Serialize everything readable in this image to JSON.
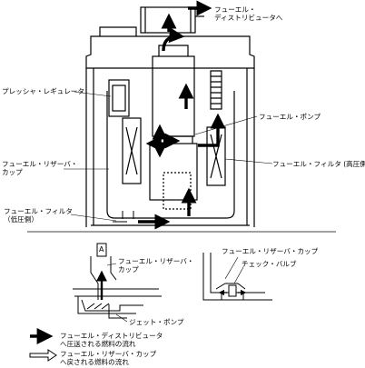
{
  "labels": {
    "to_distributor_line1": "フューエル・",
    "to_distributor_line2": "ディストリビュータへ",
    "pressure_regulator": "プレッシャ・レギュレータ",
    "fuel_pump": "フューエル・ポンプ",
    "reservoir_cup_left_line1": "フューエル・リザーバ・",
    "reservoir_cup_left_line2": "カップ",
    "fuel_filter_high": "フューエル・フィルタ (高圧側)",
    "fuel_filter_low_line1": "フューエル・フィルタ",
    "fuel_filter_low_line2": "（低圧側）",
    "detail_a_marker": "A",
    "reservoir_cup_detail_line1": "フューエル・リザーバ・",
    "reservoir_cup_detail_line2": "カップ",
    "jet_pump": "ジェット・ポンプ",
    "reservoir_cup_right": "フューエル・リザーバ・カップ",
    "check_valve": "チェック・バルブ"
  },
  "legend": {
    "solid_arrow_line1": "フューエル・ディストリビュータ",
    "solid_arrow_line2": "へ圧送される燃料の流れ",
    "hollow_arrow_line1": "フューエル・リザーバ・カップ",
    "hollow_arrow_line2": "へ戻される燃料の流れ"
  }
}
